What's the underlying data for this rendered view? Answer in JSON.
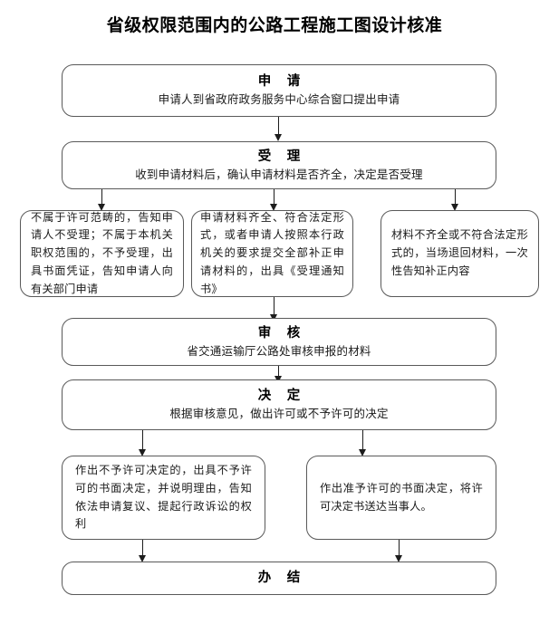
{
  "title": "省级权限范围内的公路工程施工图设计核准",
  "chart_data": {
    "type": "diagram",
    "title": "省级权限范围内的公路工程施工图设计核准",
    "orientation": "top-to-bottom",
    "nodes": [
      {
        "id": "apply",
        "heading": "申  请",
        "body": "申请人到省政府政务服务中心综合窗口提出申请"
      },
      {
        "id": "accept",
        "heading": "受  理",
        "body": "收到申请材料后，确认申请材料是否齐全，决定是否受理"
      },
      {
        "id": "branch-left",
        "heading": "",
        "body": "不属于许可范畴的，告知申请人不受理；不属于本机关职权范围的，不予受理，出具书面凭证，告知申请人向有关部门申请"
      },
      {
        "id": "branch-middle",
        "heading": "",
        "body": "申请材料齐全、符合法定形式，或者申请人按照本行政机关的要求提交全部补正申请材料的，出具《受理通知书》"
      },
      {
        "id": "branch-right",
        "heading": "",
        "body": "材料不齐全或不符合法定形式的，当场退回材料，一次性告知补正内容"
      },
      {
        "id": "review",
        "heading": "审  核",
        "body": "省交通运输厅公路处审核申报的材料"
      },
      {
        "id": "decision",
        "heading": "决  定",
        "body": "根据审核意见，做出许可或不予许可的决定"
      },
      {
        "id": "result-deny",
        "heading": "",
        "body": "作出不予许可决定的，出具不予许可的书面决定，并说明理由，告知依法申请复议、提起行政诉讼的权利"
      },
      {
        "id": "result-grant",
        "heading": "",
        "body": "作出准予许可的书面决定，将许可决定书送达当事人。"
      },
      {
        "id": "finish",
        "heading": "办  结",
        "body": ""
      }
    ],
    "edges": [
      {
        "from": "apply",
        "to": "accept"
      },
      {
        "from": "accept",
        "to": "branch-left"
      },
      {
        "from": "accept",
        "to": "branch-middle"
      },
      {
        "from": "accept",
        "to": "branch-right"
      },
      {
        "from": "branch-middle",
        "to": "review"
      },
      {
        "from": "review",
        "to": "decision"
      },
      {
        "from": "decision",
        "to": "result-deny"
      },
      {
        "from": "decision",
        "to": "result-grant"
      },
      {
        "from": "result-deny",
        "to": "finish"
      },
      {
        "from": "result-grant",
        "to": "finish"
      }
    ],
    "colors": {
      "border": "#595959",
      "text": "#000000",
      "connector": "#1d1d1d",
      "background": "#ffffff"
    }
  }
}
